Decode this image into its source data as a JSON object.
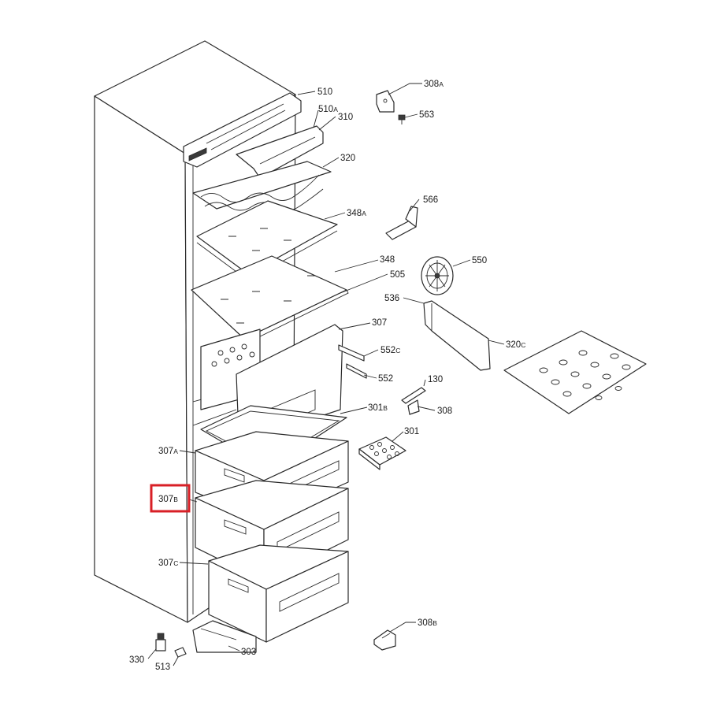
{
  "highlight_color": "#d81f26",
  "highlighted_part": "307B",
  "labels": {
    "p510": "510",
    "p510a": "510",
    "p510a_sub": "A",
    "p310": "310",
    "p320": "320",
    "p348a": "348",
    "p348a_sub": "A",
    "p348": "348",
    "p505": "505",
    "p307": "307",
    "p552c": "552",
    "p552c_sub": "C",
    "p552": "552",
    "p301b": "301",
    "p301b_sub": "B",
    "p307a": "307",
    "p307a_sub": "A",
    "p307b": "307",
    "p307b_sub": "B",
    "p307c": "307",
    "p307c_sub": "C",
    "p303": "303",
    "p330": "330",
    "p513": "513",
    "p308a": "308",
    "p308a_sub": "A",
    "p563": "563",
    "p566": "566",
    "p550": "550",
    "p536": "536",
    "p320c": "320",
    "p320c_sub": "C",
    "p130": "130",
    "p308": "308",
    "p301": "301",
    "p308b": "308",
    "p308b_sub": "B"
  }
}
